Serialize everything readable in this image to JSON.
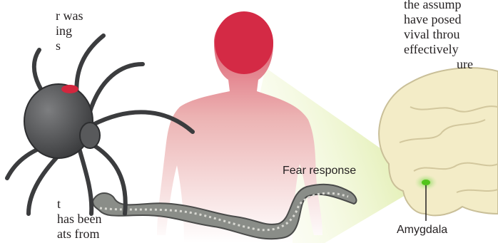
{
  "left_text_top": [
    "r was",
    "ing",
    "s"
  ],
  "left_text_bottom": [
    "t",
    "has been",
    "ats from"
  ],
  "right_text": [
    "the assump",
    "have posed",
    "vival throu",
    "effectively",
    "ure"
  ],
  "labels": {
    "fear_response": "Fear response",
    "amygdala": "Amygdala"
  },
  "colors": {
    "human_head": "#d42a45",
    "human_body": "#e8a0a0",
    "brain": "#f3ecc7",
    "amygdala": "#7fd84a",
    "fear_beam": "#d9eb9a",
    "spider_body": "#58595b",
    "spider_mark": "#d3263e",
    "snake": "#8a8d88"
  }
}
